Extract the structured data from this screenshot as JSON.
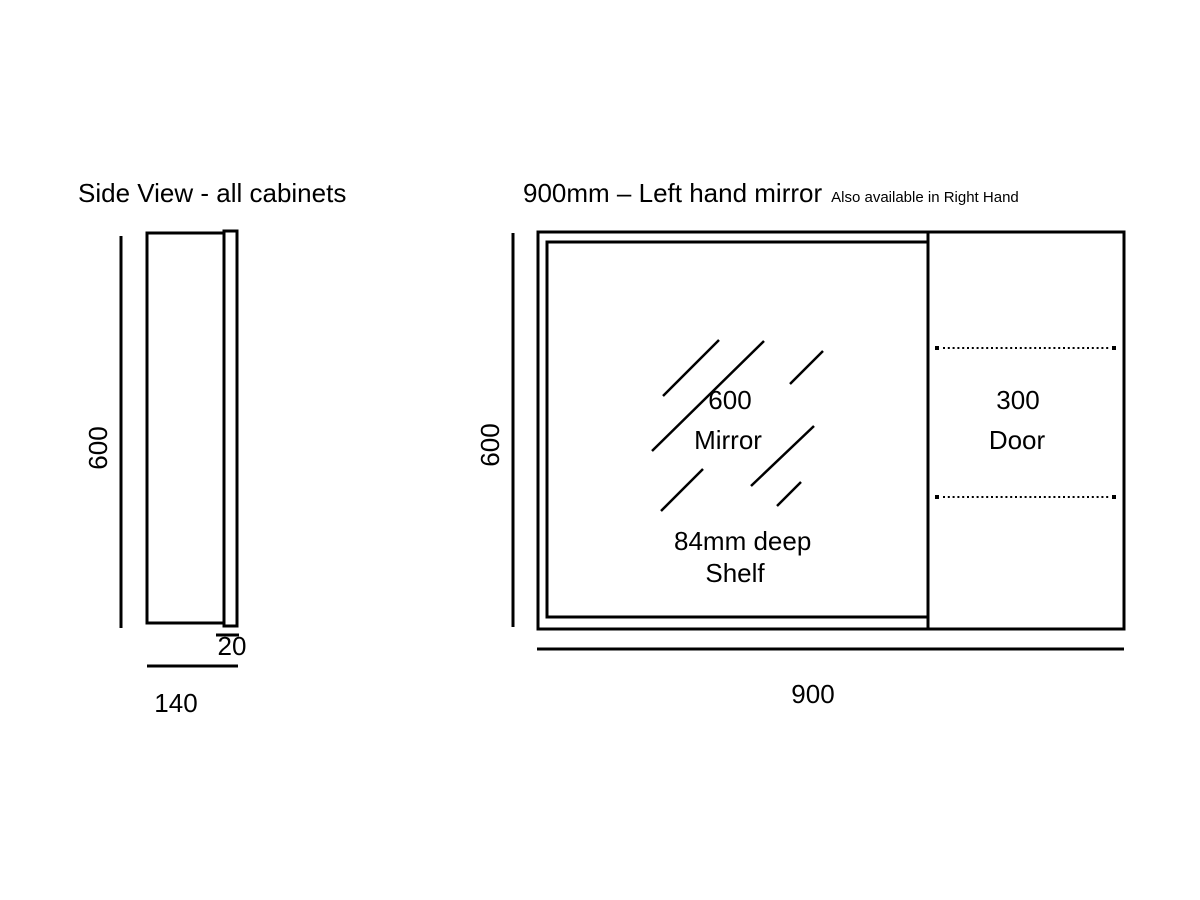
{
  "colors": {
    "line": "#000000",
    "background": "#ffffff"
  },
  "side_view": {
    "title": "Side View - all cabinets",
    "height_label": "600",
    "depth_label": "140",
    "door_thickness_label": "20"
  },
  "front_view": {
    "title": "900mm – Left hand mirror",
    "subtitle": "Also available in Right Hand",
    "height_label": "600",
    "width_label": "900",
    "mirror_section": {
      "width_label": "600",
      "name": "Mirror",
      "shelf_note_line1": "84mm deep",
      "shelf_note_line2": "Shelf"
    },
    "door_section": {
      "width_label": "300",
      "name": "Door"
    }
  }
}
